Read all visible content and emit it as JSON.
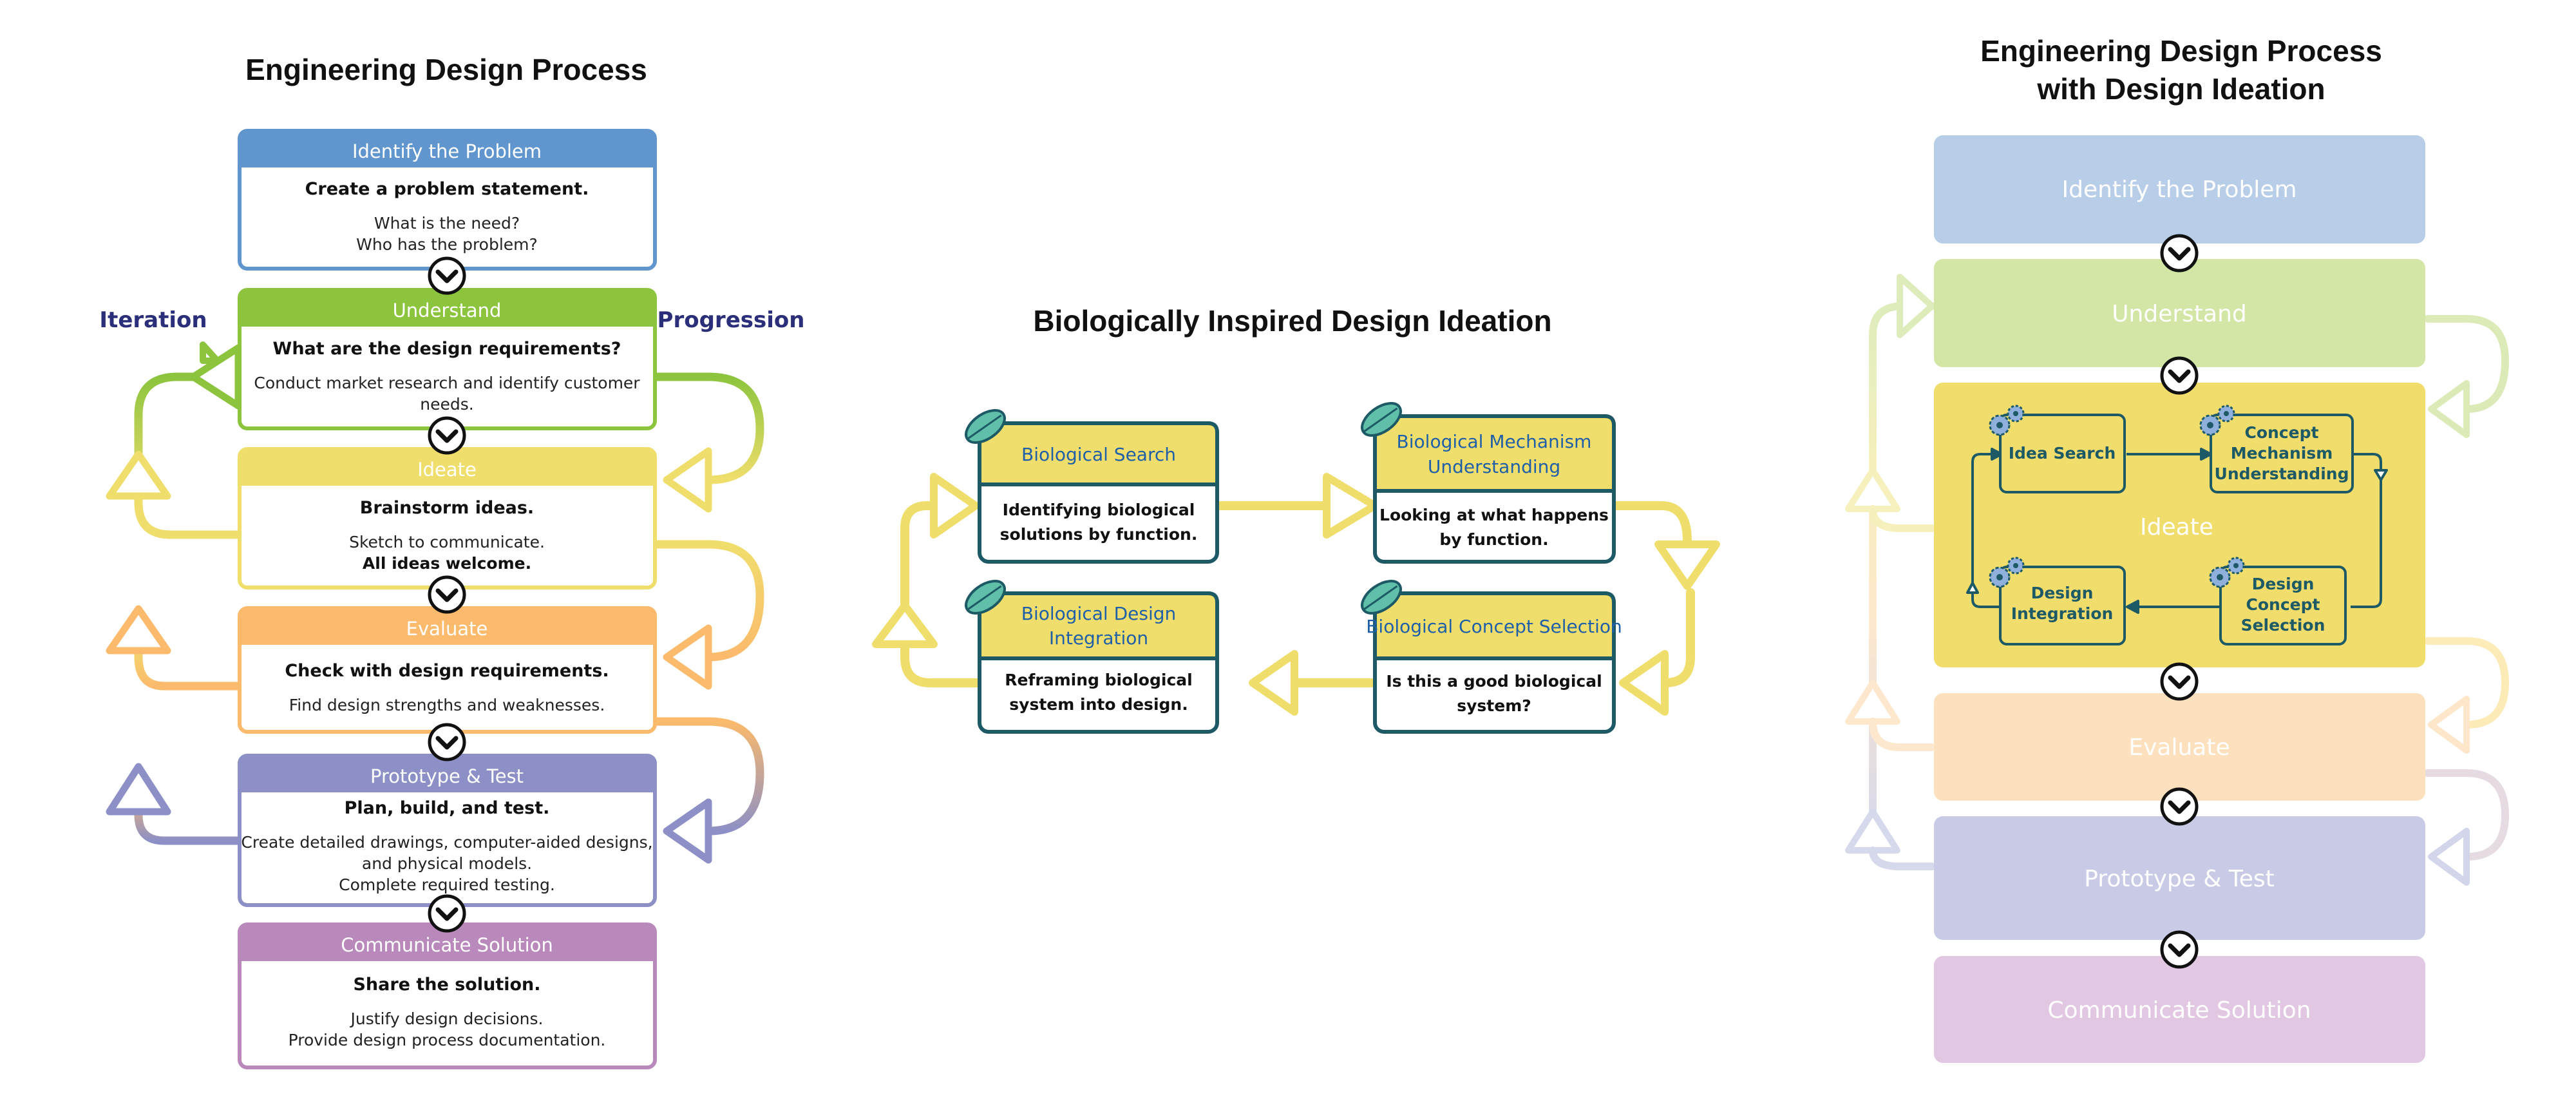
{
  "left": {
    "title": "Engineering Design Process",
    "iteration_label": "Iteration",
    "progression_label": "Progression",
    "steps": [
      {
        "header": "Identify the Problem",
        "bold": "Create a problem statement.",
        "lines": [
          "What is the need?",
          "Who has the problem?"
        ],
        "color": "#6096cd"
      },
      {
        "header": "Understand",
        "bold": "What are the design requirements?",
        "lines": [
          "Conduct market research and identify customer",
          "needs."
        ],
        "color": "#8cc43e"
      },
      {
        "header": "Ideate",
        "bold": "Brainstorm ideas.",
        "lines": [
          "Sketch to communicate.",
          "All ideas welcome."
        ],
        "color": "#f0de6c"
      },
      {
        "header": "Evaluate",
        "bold": "Check with design requirements.",
        "lines": [
          "Find design strengths and weaknesses."
        ],
        "color": "#fbba6c"
      },
      {
        "header": "Prototype & Test",
        "bold": "Plan, build, and test.",
        "lines": [
          "Create detailed drawings, computer-aided designs,",
          "and physical models.",
          "Complete required testing."
        ],
        "color": "#8d90c6"
      },
      {
        "header": "Communicate Solution",
        "bold": "Share the solution.",
        "lines": [
          "Justify design decisions.",
          "Provide design process documentation."
        ],
        "color": "#b989bc"
      }
    ]
  },
  "middle": {
    "title": "Biologically Inspired Design Ideation",
    "boxes": [
      {
        "header": [
          "Biological Search"
        ],
        "body": [
          "Identifying biological",
          "solutions by function."
        ]
      },
      {
        "header": [
          "Biological Mechanism",
          "Understanding"
        ],
        "body": [
          "Looking at what happens",
          "by function."
        ]
      },
      {
        "header": [
          "Biological Design",
          "Integration"
        ],
        "body": [
          "Reframing biological",
          "system into design."
        ]
      },
      {
        "header": [
          "Biological Concept Selection"
        ],
        "body": [
          "Is this a good biological",
          "system?"
        ]
      }
    ],
    "colors": {
      "header_fill": "#f0de6c",
      "border": "#1d5a66",
      "arrow": "#f0de6c",
      "leaf": "#5fbfa8"
    }
  },
  "right": {
    "title_line1": "Engineering Design Process",
    "title_line2": "with Design Ideation",
    "steps": [
      {
        "label": "Identify the Problem",
        "color": "#b7cde8"
      },
      {
        "label": "Understand",
        "color": "#d3e6a6"
      },
      {
        "label": "Ideate",
        "color": "#f0dd6b"
      },
      {
        "label": "Evaluate",
        "color": "#fde0bd"
      },
      {
        "label": "Prototype & Test",
        "color": "#c9cbe6"
      },
      {
        "label": "Communicate Solution",
        "color": "#e2c7e3"
      }
    ],
    "ideation_steps": [
      {
        "label": [
          "Idea Search"
        ]
      },
      {
        "label": [
          "Concept",
          "Mechanism",
          "Understanding"
        ]
      },
      {
        "label": [
          "Design",
          "Concept",
          "Selection"
        ]
      },
      {
        "label": [
          "Design",
          "Integration"
        ]
      }
    ]
  }
}
